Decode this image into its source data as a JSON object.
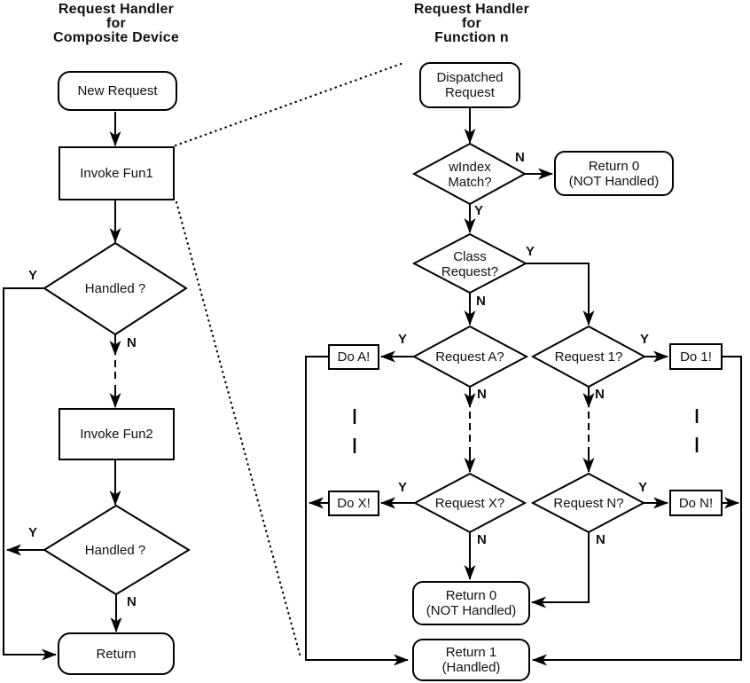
{
  "left_chart": {
    "title": "Request Handler\nfor\nComposite Device",
    "nodes": {
      "new_request": "New Request",
      "invoke_fun1": "Invoke Fun1",
      "handled_1": "Handled ?",
      "invoke_fun2": "Invoke Fun2",
      "handled_2": "Handled ?",
      "return_end": "Return"
    },
    "labels": {
      "yes": "Y",
      "no": "N"
    }
  },
  "right_chart": {
    "title": "Request Handler\nfor\nFunction n",
    "nodes": {
      "dispatched_request": "Dispatched\nRequest",
      "windex_match": "wIndex\nMatch?",
      "return0_top": "Return 0\n(NOT Handled)",
      "class_request": "Class\nRequest?",
      "request_a": "Request A?",
      "request_1": "Request 1?",
      "do_a": "Do A!",
      "do_1": "Do 1!",
      "request_x": "Request X?",
      "request_n": "Request N?",
      "do_x": "Do X!",
      "do_n": "Do N!",
      "return0_bottom": "Return 0\n(NOT Handled)",
      "return_1": "Return 1\n(Handled)"
    },
    "labels": {
      "yes": "Y",
      "no": "N"
    }
  },
  "colors": {
    "line": "#000000",
    "background": "#ffffff"
  }
}
